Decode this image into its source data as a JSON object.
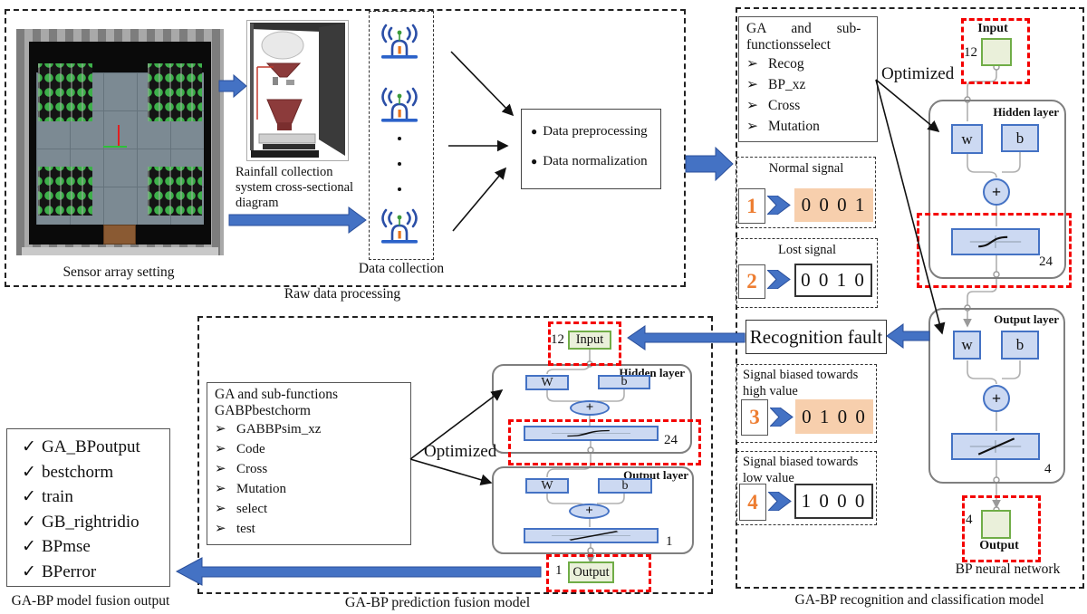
{
  "icons": {
    "bullet_arrow": "➢",
    "check": "✓",
    "dot_bullet": "●",
    "plus": "+"
  },
  "raw": {
    "label": "Raw data processing",
    "sensor_caption": "Sensor array setting",
    "rainfall_caption": "Rainfall collection\nsystem cross-sectional\ndiagram",
    "collection_label": "Data collection",
    "preprocess": [
      "Data preprocessing",
      "Data normalization"
    ]
  },
  "recognition": {
    "label": "GA-BP recognition and classification model",
    "ga_title_1": "GA and sub-",
    "ga_title_2": "functionsselect",
    "ga_items": [
      "Recog",
      "BP_xz",
      "Cross",
      "Mutation"
    ],
    "optimized": "Optimized",
    "fault_label": "Recognition fault",
    "signals": [
      {
        "num": "1",
        "title": "Normal signal",
        "code": "0 0 0 1"
      },
      {
        "num": "2",
        "title": "Lost signal",
        "code": "0 0 1 0"
      },
      {
        "num": "3",
        "title": "Signal biased towards high value",
        "code": "0 1 0 0"
      },
      {
        "num": "4",
        "title": "Signal biased towards low value",
        "code": "1 0 0 0"
      }
    ],
    "caption": "BP neural network"
  },
  "bp_right": {
    "input_label": "Input",
    "input_count": "12",
    "hidden_label": "Hidden layer",
    "w": "w",
    "b": "b",
    "hidden_count": "24",
    "output_layer_label": "Output layer",
    "act_count": "4",
    "output_count": "4",
    "output_label": "Output"
  },
  "prediction": {
    "label": "GA-BP prediction fusion model",
    "ga_title_1": "GA and sub-functions",
    "ga_title_2": "GABPbestchorm",
    "ga_items": [
      "GABBPsim_xz",
      "Code",
      "Cross",
      "Mutation",
      "select",
      "test"
    ],
    "optimized": "Optimized"
  },
  "bp_mid": {
    "input_label": "Input",
    "input_count": "12",
    "hidden_label": "Hidden layer",
    "w": "W",
    "b": "b",
    "hidden_count": "24",
    "output_layer_label": "Output layer",
    "act_count": "1",
    "output_count": "1",
    "output_label": "Output"
  },
  "fusion": {
    "label": "GA-BP model fusion output",
    "items": [
      "GA_BPoutput",
      "bestchorm",
      "train",
      "GB_rightridio",
      "BPmse",
      "BPerror"
    ]
  },
  "colors": {
    "arrow_blue": "#4472c4",
    "node_fill": "#ccd9f2",
    "node_border": "#4472c4",
    "green_fill": "#eaf0da",
    "green_border": "#70ad47",
    "red_dash": "#f40000",
    "peach": "#f7cfad",
    "orange_num": "#ed7d31"
  }
}
